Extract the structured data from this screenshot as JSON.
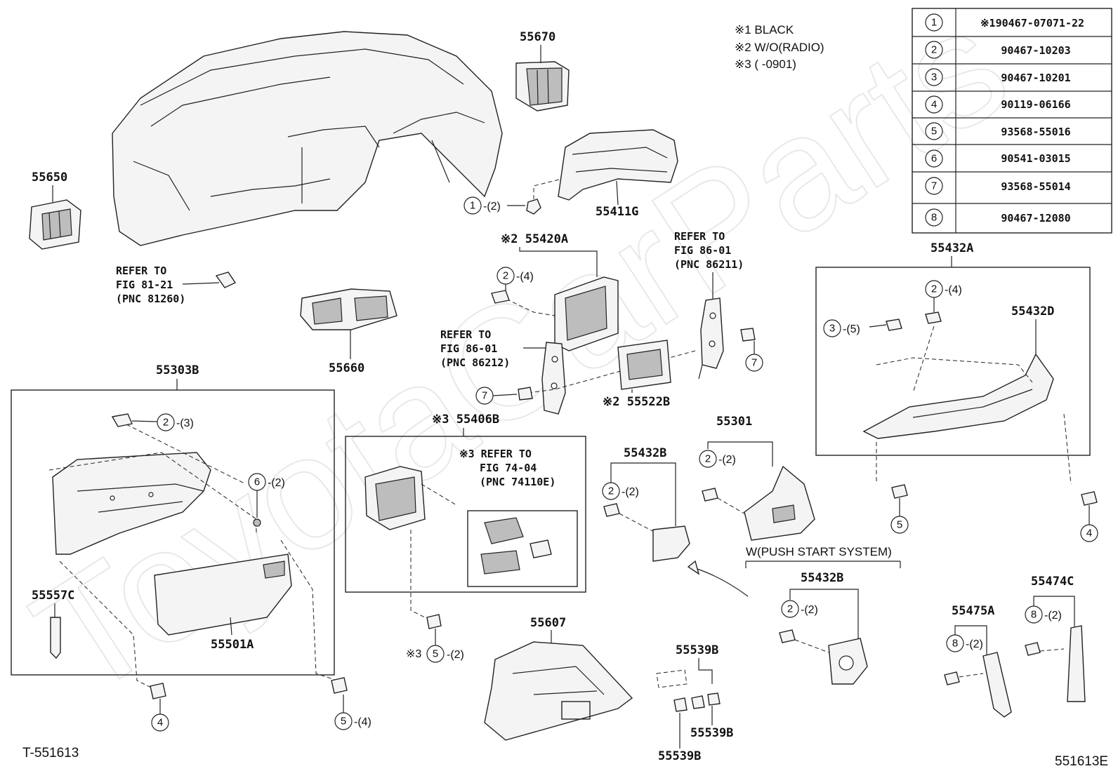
{
  "notes": {
    "note1": "※1 BLACK",
    "note2": "※2 W/O(RADIO)",
    "note3": "※3 (     -0901)"
  },
  "parts_table": [
    {
      "index": "1",
      "part_number": "※190467-07071-22"
    },
    {
      "index": "2",
      "part_number": "90467-10203"
    },
    {
      "index": "3",
      "part_number": "90467-10201"
    },
    {
      "index": "4",
      "part_number": "90119-06166"
    },
    {
      "index": "5",
      "part_number": "93568-55016"
    },
    {
      "index": "6",
      "part_number": "90541-03015"
    },
    {
      "index": "7",
      "part_number": "93568-55014"
    },
    {
      "index": "8",
      "part_number": "90467-12080"
    }
  ],
  "part_labels": {
    "p55670": "55670",
    "p55650": "55650",
    "p55411g": "55411G",
    "p55420a": "※2 55420A",
    "p55660": "55660",
    "p55303b": "55303B",
    "p55557c": "55557C",
    "p55501a": "55501A",
    "p55406b": "※3 55406B",
    "p55522b": "※2 55522B",
    "p55432a": "55432A",
    "p55432d": "55432D",
    "p55301": "55301",
    "p55432b_1": "55432B",
    "p55432b_2": "55432B",
    "p55607": "55607",
    "p55539b_1": "55539B",
    "p55539b_2": "55539B",
    "p55539b_3": "55539B",
    "p55475a": "55475A",
    "p55474c": "55474C"
  },
  "refs": {
    "ref1": {
      "l1": "REFER TO",
      "l2": "FIG 81-21",
      "l3": "(PNC 81260)"
    },
    "ref2": {
      "l1": "REFER TO",
      "l2": "FIG 86-01",
      "l3": "(PNC 86211)"
    },
    "ref3": {
      "l1": "REFER TO",
      "l2": "FIG 86-01",
      "l3": "(PNC 86212)"
    },
    "ref4": {
      "l1": "※3 REFER TO",
      "l2": "FIG 74-04",
      "l3": "(PNC 74110E)"
    }
  },
  "callouts": {
    "c1": {
      "num": "1",
      "qty": "-(2)"
    },
    "c2a": {
      "num": "2",
      "qty": "-(4)"
    },
    "c2b": {
      "num": "2",
      "qty": "-(3)"
    },
    "c6": {
      "num": "6",
      "qty": "-(2)"
    },
    "c7a": {
      "num": "7",
      "qty": ""
    },
    "c7b": {
      "num": "7",
      "qty": ""
    },
    "c2c": {
      "num": "2",
      "qty": "-(4)"
    },
    "c3": {
      "num": "3",
      "qty": "-(5)"
    },
    "c5a": {
      "num": "5",
      "qty": ""
    },
    "c4a": {
      "num": "4",
      "qty": ""
    },
    "c2d": {
      "num": "2",
      "qty": "-(2)"
    },
    "c2e": {
      "num": "2",
      "qty": "-(2)"
    },
    "c2f": {
      "num": "2",
      "qty": "-(2)"
    },
    "c5b": {
      "prefix": "※3",
      "num": "5",
      "qty": "-(2)"
    },
    "c4b": {
      "num": "4",
      "qty": ""
    },
    "c5c": {
      "num": "5",
      "qty": "-(4)"
    },
    "c8a": {
      "num": "8",
      "qty": "-(2)"
    },
    "c8b": {
      "num": "8",
      "qty": "-(2)"
    }
  },
  "push_start_label": "W(PUSH START SYSTEM)",
  "footer_left": "T-551613",
  "footer_right": "551613E",
  "watermark": "ToyotaCarParts"
}
